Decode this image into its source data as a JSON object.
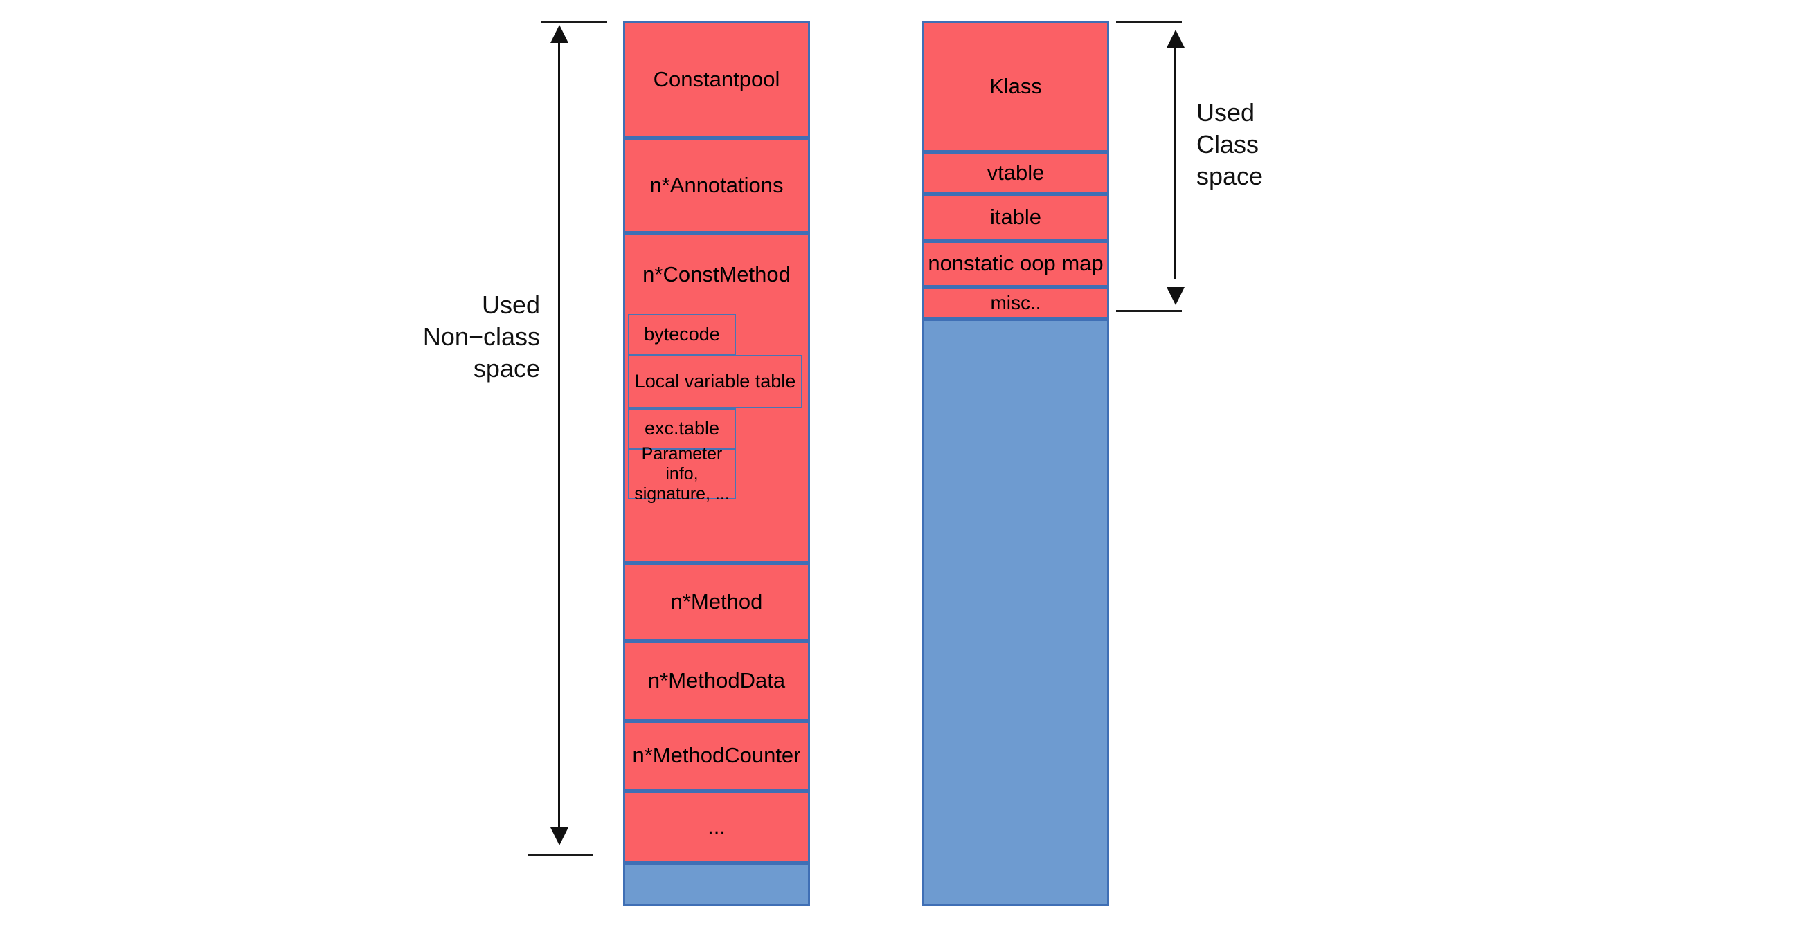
{
  "diagram": {
    "title": "JVM Metaspace layout: non-class space vs class space",
    "colors": {
      "used_fill": "#fb6065",
      "free_fill": "#6e9bd0",
      "segment_border": "#3f6fb5",
      "annotation": "#111111",
      "background": "#ffffff"
    },
    "annotations": [
      {
        "id": "non-class",
        "text": "Used\nNon−class\nspace",
        "align": "right"
      },
      {
        "id": "class",
        "text": "Used\nClass\nspace",
        "align": "left"
      }
    ],
    "columns": [
      {
        "id": "non-class-space",
        "name": "non-class-space-column",
        "segments": [
          {
            "id": "constantpool",
            "label": "Constantpool",
            "state": "used"
          },
          {
            "id": "annotations",
            "label": "n*Annotations",
            "state": "used"
          },
          {
            "id": "constmethod",
            "label": "n*ConstMethod",
            "state": "used",
            "children": [
              {
                "id": "bytecode",
                "label": "bytecode"
              },
              {
                "id": "local-var-table",
                "label": "Local variable table"
              },
              {
                "id": "exc-table",
                "label": "exc.table"
              },
              {
                "id": "param-info",
                "label": "Parameter info,\nsignature, ..."
              }
            ]
          },
          {
            "id": "method",
            "label": "n*Method",
            "state": "used"
          },
          {
            "id": "methoddata",
            "label": "n*MethodData",
            "state": "used"
          },
          {
            "id": "methodcounter",
            "label": "n*MethodCounter",
            "state": "used"
          },
          {
            "id": "ellipsis",
            "label": "...",
            "state": "used"
          },
          {
            "id": "free-non-class",
            "label": "",
            "state": "free"
          }
        ]
      },
      {
        "id": "class-space",
        "name": "class-space-column",
        "segments": [
          {
            "id": "klass",
            "label": "Klass",
            "state": "used"
          },
          {
            "id": "vtable",
            "label": "vtable",
            "state": "used"
          },
          {
            "id": "itable",
            "label": "itable",
            "state": "used"
          },
          {
            "id": "nonstatic-oop-map",
            "label": "nonstatic oop map",
            "state": "used"
          },
          {
            "id": "misc",
            "label": "misc..",
            "state": "used"
          },
          {
            "id": "free-class",
            "label": "",
            "state": "free"
          }
        ]
      }
    ]
  }
}
